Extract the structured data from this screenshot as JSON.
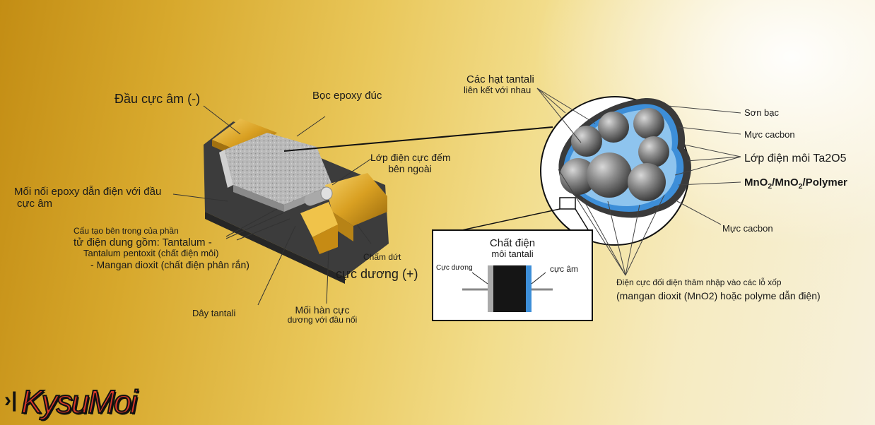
{
  "labels": {
    "negative_terminal": "Đầu cực âm (-)",
    "epoxy_case": "Bọc epoxy đúc",
    "outer_cathode_line1": "Lớp điện cực đếm",
    "outer_cathode_line2": "bên ngoài",
    "epoxy_joint_line1": "Mối nối epoxy dẫn điện với đầu",
    "epoxy_joint_line2": "cực âm",
    "internal_line1": "Cấu tạo bên trong của phần",
    "internal_line2": "tử điện dung gồm: Tantalum -",
    "internal_line3": "Tantalum pentoxit (chất điện môi)",
    "internal_line4": "- Mangan dioxit (chất điện phân rắn)",
    "termination": "Chấm dứt",
    "positive_terminal": "cực dương (+)",
    "tantalum_wire": "Dây tantali",
    "weld_line1": "Mối hàn cực",
    "weld_line2": "dương với đầu nối",
    "particles_line1": "Các hạt tantali",
    "particles_line2": "liên kết với nhau",
    "silver_paint": "Sơn bạc",
    "carbon_ink_top": "Mực cacbon",
    "dielectric_layer": "Lớp điện môi Ta2O5",
    "mno2_part1": "MnO",
    "mno2_sub1": "2",
    "mno2_part2": "/MnO",
    "mno2_sub2": "2",
    "mno2_part3": "/Polymer",
    "carbon_ink_bottom": "Mực cacbon",
    "counter_electrode_line1": "Điện cực đối diện thâm nhập vào các lỗ xốp",
    "counter_electrode_line2": "(mangan dioxit (MnO2) hoặc polyme dẫn điện)",
    "inset_title_line1": "Chất điện",
    "inset_title_line2": "môi tantali",
    "inset_anode": "Cực dương",
    "inset_cathode": "cực âm"
  },
  "logo": {
    "text": "KysuMoi",
    "mark": "›|"
  },
  "colors": {
    "gold": "#e0a72a",
    "epoxy_body": "#3a3a3a",
    "dielectric_blue": "#3d8ed8",
    "light_blue": "#8ec4ee",
    "sphere_gray": "#8a8a8a"
  }
}
